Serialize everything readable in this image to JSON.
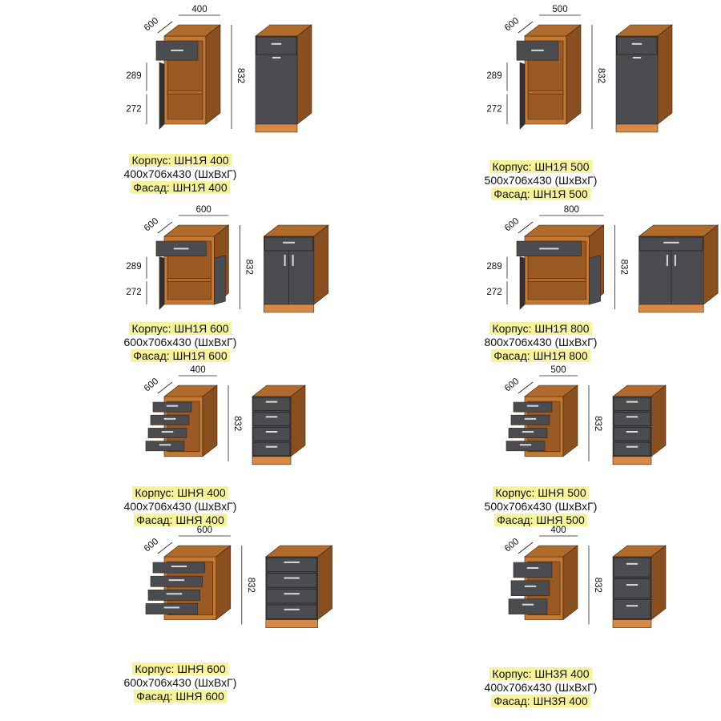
{
  "colors": {
    "wood_top": "#b06a2c",
    "wood_side": "#8a4f1f",
    "wood_front": "#c47a35",
    "facade": "#4a4c4f",
    "facade_dark": "#2f3133",
    "handle": "#d9d9d9",
    "plinth": "#d68a45",
    "highlight": "#f7f39a"
  },
  "labels": {
    "corpus_prefix": "Корпус:",
    "facade_prefix": "Фасад:",
    "dims_suffix": "(ШхВхГ)"
  },
  "products": [
    {
      "corpus": "Корпус: ШН1Я 400",
      "dims": "400х706х430 (ШхВхГ)",
      "facade": "Фасад: ШН1Я 400",
      "dim_width": "400",
      "dim_depth": "600",
      "dim_height": "832",
      "dim_a": "289",
      "dim_b": "272",
      "type": "drawer-door",
      "doors": 1
    },
    {
      "corpus": "Корпус: ШН1Я 500",
      "dims": "500х706х430 (ШхВхГ)",
      "facade": "Фасад: ШН1Я 500",
      "dim_width": "500",
      "dim_depth": "600",
      "dim_height": "832",
      "dim_a": "289",
      "dim_b": "272",
      "type": "drawer-door",
      "doors": 1
    },
    {
      "corpus": "Корпус: ШН1Я 600",
      "dims": "600х706х430 (ШхВхГ)",
      "facade": "Фасад: ШН1Я 600",
      "dim_width": "600",
      "dim_depth": "600",
      "dim_height": "832",
      "dim_a": "289",
      "dim_b": "272",
      "type": "drawer-door",
      "doors": 2
    },
    {
      "corpus": "Корпус: ШН1Я 800",
      "dims": "800х706х430 (ШхВхГ)",
      "facade": "Фасад: ШН1Я 800",
      "dim_width": "800",
      "dim_depth": "600",
      "dim_height": "832",
      "dim_a": "289",
      "dim_b": "272",
      "type": "drawer-door",
      "doors": 2
    },
    {
      "corpus": "Корпус: ШНЯ 400",
      "dims": "400х706х430 (ШхВхГ)",
      "facade": "Фасад: ШНЯ 400",
      "dim_width": "400",
      "dim_depth": "600",
      "dim_height": "832",
      "type": "drawers",
      "drawers": 4
    },
    {
      "corpus": "Корпус: ШНЯ 500",
      "dims": "500х706х430 (ШхВхГ)",
      "facade": "Фасад: ШНЯ 500",
      "dim_width": "500",
      "dim_depth": "600",
      "dim_height": "832",
      "type": "drawers",
      "drawers": 4
    },
    {
      "corpus": "Корпус: ШНЯ 600",
      "dims": "600х706х430 (ШхВхГ)",
      "facade": "Фасад: ШНЯ 600",
      "dim_width": "600",
      "dim_depth": "600",
      "dim_height": "832",
      "type": "drawers",
      "drawers": 4
    },
    {
      "corpus": "Корпус: ШН3Я 400",
      "dims": "400х706х430 (ШхВхГ)",
      "facade": "Фасад: ШН3Я 400",
      "dim_width": "400",
      "dim_depth": "600",
      "dim_height": "832",
      "type": "drawers",
      "drawers": 3
    }
  ]
}
